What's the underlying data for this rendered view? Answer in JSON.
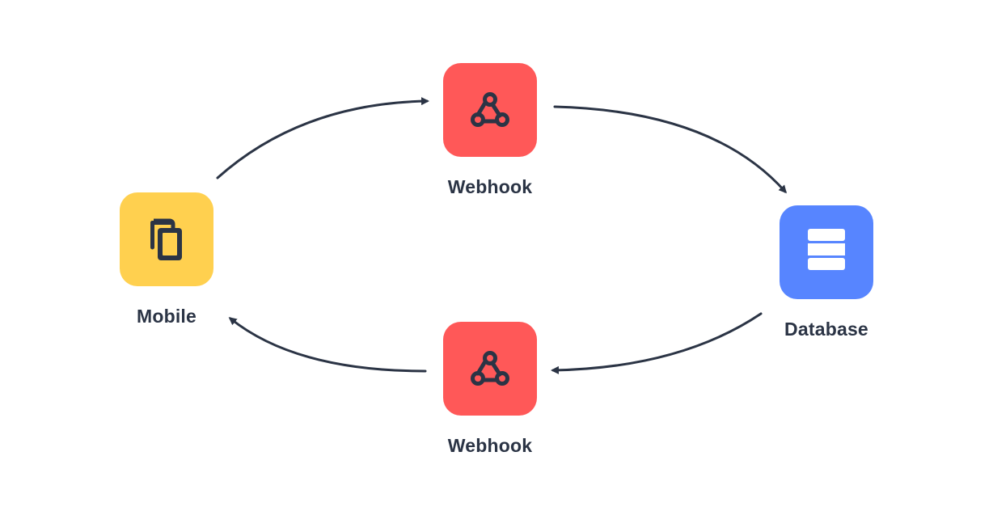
{
  "nodes": {
    "mobile": {
      "label": "Mobile",
      "icon": "mobile-devices-icon",
      "color": "#FFD04F"
    },
    "webhook_top": {
      "label": "Webhook",
      "icon": "webhook-icon",
      "color": "#FF5858"
    },
    "database": {
      "label": "Database",
      "icon": "database-icon",
      "color": "#5785FF"
    },
    "webhook_bottom": {
      "label": "Webhook",
      "icon": "webhook-icon",
      "color": "#FF5858"
    }
  },
  "edges": [
    {
      "from": "mobile",
      "to": "webhook_top"
    },
    {
      "from": "webhook_top",
      "to": "database"
    },
    {
      "from": "database",
      "to": "webhook_bottom"
    },
    {
      "from": "webhook_bottom",
      "to": "mobile"
    }
  ],
  "colors": {
    "arrow": "#2B3445",
    "label": "#2B3445",
    "icon_dark": "#2B3445",
    "icon_light": "#FFFFFF"
  }
}
